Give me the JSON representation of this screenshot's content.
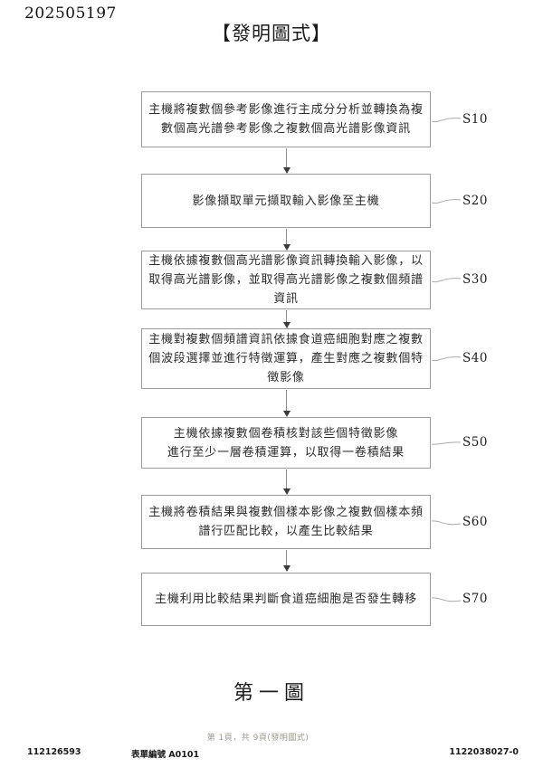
{
  "page": {
    "patent_number": "202505197",
    "section_title": "【發明圖式】",
    "figure_caption": "第一圖",
    "page_info": "第 1頁，共 9頁(發明圖式)",
    "application_number": "112126593",
    "form_number": "表單編號 A0101",
    "document_number": "1122038027-0"
  },
  "colors": {
    "box_border": "#9b9b9b",
    "leader_line": "#aaaaaa",
    "arrow": "#3a3a3a",
    "body_text": "#2b2b2b",
    "muted_footer": "#9c9a8f"
  },
  "flowchart": {
    "steps": [
      {
        "label": "S10",
        "text": "主機將複數個參考影像進行主成分分析並轉換為複\n數個高光譜參考影像之複數個高光譜影像資訊"
      },
      {
        "label": "S20",
        "text": "影像擷取單元擷取輸入影像至主機"
      },
      {
        "label": "S30",
        "text": "主機依據複數個高光譜影像資訊轉換輸入影像，以\n取得高光譜影像，並取得高光譜影像之複數個頻譜\n資訊"
      },
      {
        "label": "S40",
        "text": "主機對複數個頻譜資訊依據食道癌細胞對應之複數\n個波段選擇並進行特徵運算，產生對應之複數個特\n徵影像"
      },
      {
        "label": "S50",
        "text": "主機依據複數個卷積核對該些個特徵影像\n進行至少一層卷積運算，以取得一卷積結果"
      },
      {
        "label": "S60",
        "text": "主機將卷積結果與複數個樣本影像之複數個樣本頻\n譜行匹配比較，以產生比較結果"
      },
      {
        "label": "S70",
        "text": "主機利用比較結果判斷食道癌細胞是否發生轉移"
      }
    ]
  }
}
